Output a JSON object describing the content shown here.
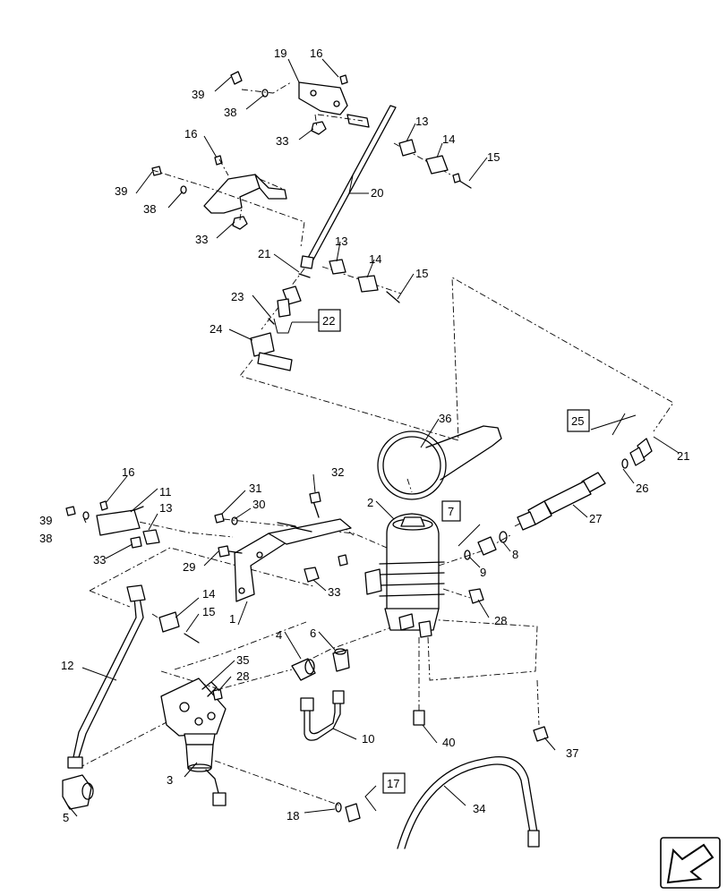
{
  "callouts": {
    "c1": "1",
    "c2": "2",
    "c3": "3",
    "c4": "4",
    "c5": "5",
    "c6": "6",
    "c8": "8",
    "c9": "9",
    "c10": "10",
    "c11": "11",
    "c12": "12",
    "c13a": "13",
    "c13b": "13",
    "c13c": "13",
    "c14a": "14",
    "c14b": "14",
    "c14c": "14",
    "c15a": "15",
    "c15b": "15",
    "c15c": "15",
    "c16a": "16",
    "c16b": "16",
    "c16c": "16",
    "c18": "18",
    "c19": "19",
    "c20": "20",
    "c21a": "21",
    "c21b": "21",
    "c23": "23",
    "c24": "24",
    "c26": "26",
    "c27": "27",
    "c28a": "28",
    "c28b": "28",
    "c29": "29",
    "c30": "30",
    "c31": "31",
    "c32": "32",
    "c33a": "33",
    "c33b": "33",
    "c33c": "33",
    "c33d": "33",
    "c34": "34",
    "c35": "35",
    "c36": "36",
    "c37": "37",
    "c38a": "38",
    "c38b": "38",
    "c38c": "38",
    "c39a": "39",
    "c39b": "39",
    "c39c": "39",
    "c40": "40"
  },
  "boxed_callouts": {
    "b7": "7",
    "b17": "17",
    "b22": "22",
    "b25": "25"
  },
  "nav_icon": "arrow-navigation-icon"
}
